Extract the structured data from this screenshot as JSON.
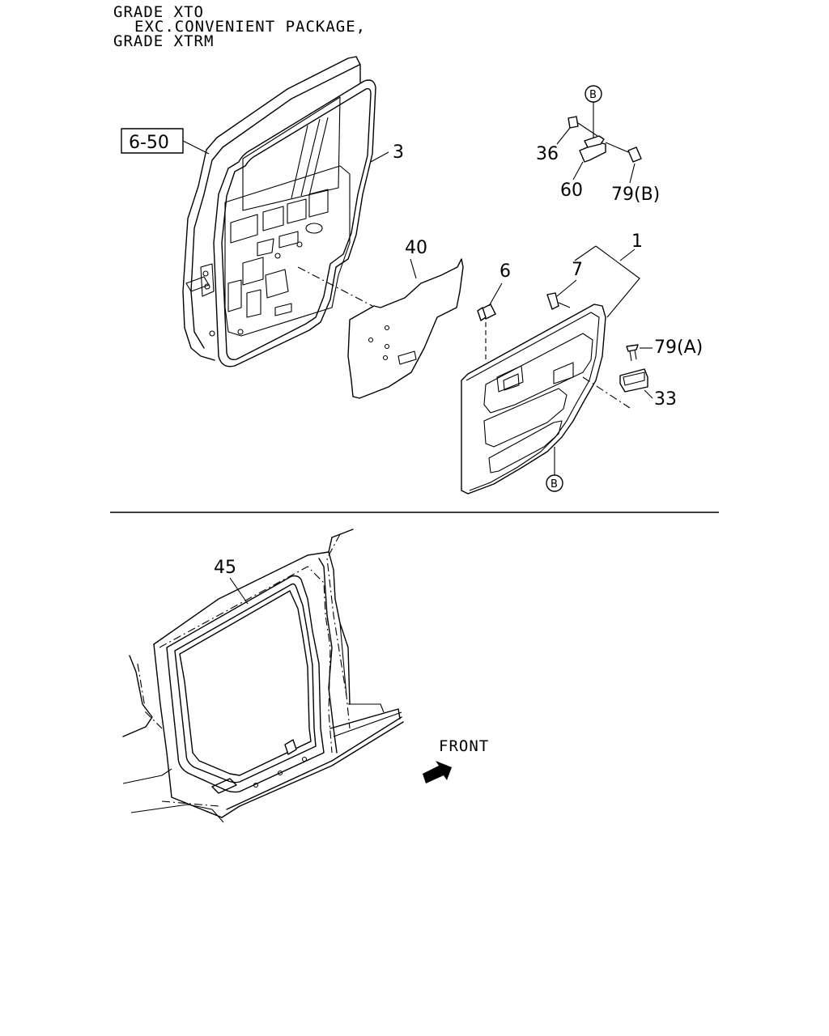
{
  "header": {
    "line1": "GRADE XTO",
    "line2": "EXC.CONVENIENT PACKAGE,",
    "line3": "GRADE XTRM"
  },
  "refs": {
    "ref_6_50": "6-50",
    "circle_b": "B"
  },
  "parts": {
    "p1": "1",
    "p3": "3",
    "p6": "6",
    "p7": "7",
    "p33": "33",
    "p36": "36",
    "p40": "40",
    "p45": "45",
    "p60": "60",
    "p79a": "79(A)",
    "p79b": "79(B)"
  },
  "orientation": {
    "front_label": "FRONT"
  },
  "colors": {
    "ink": "#000000",
    "paper": "#ffffff"
  }
}
